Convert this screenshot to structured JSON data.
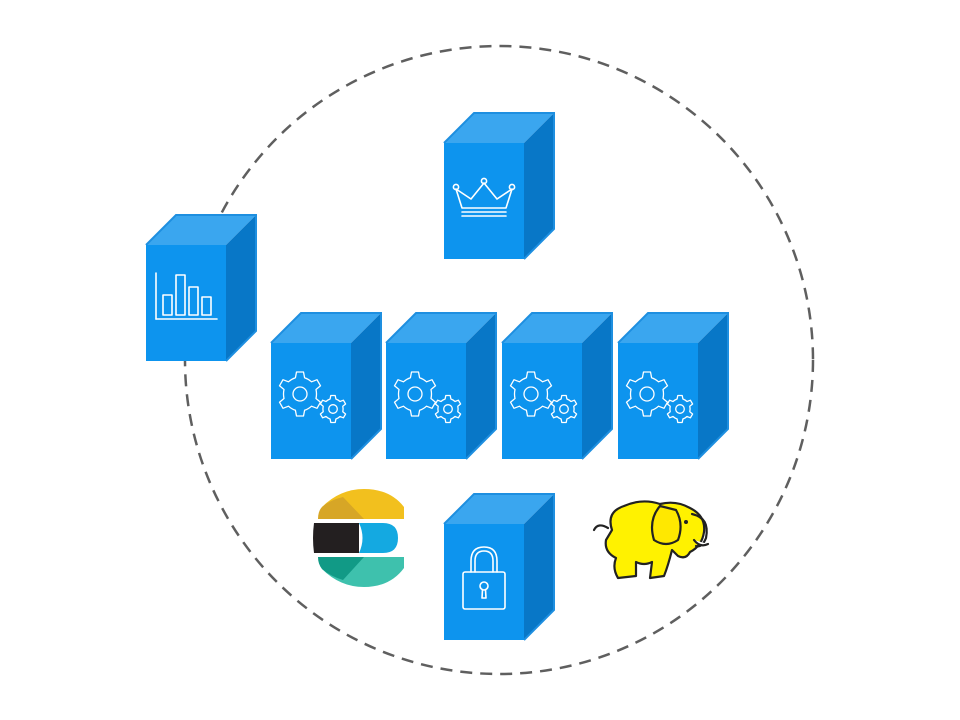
{
  "colors": {
    "background": "#ffffff",
    "boundary_stroke": "#5f5f5f",
    "server_front": "#0d94ee",
    "server_top": "#3aa6ef",
    "server_side": "#0877c7",
    "server_outline": "#1e8fe0",
    "server_icon": "#ffffff",
    "elastic_yellow": "#f2c01e",
    "elastic_yellow_dark": "#d7a626",
    "elastic_black": "#231f20",
    "elastic_blue": "#14a9e1",
    "elastic_teal": "#3ec1ad",
    "elastic_teal_dark": "#119a86",
    "hadoop_yellow": "#fff200",
    "hadoop_outline": "#222222"
  },
  "nodes": [
    {
      "role": "master",
      "icon": "crown-icon"
    },
    {
      "role": "monitoring",
      "icon": "bar-chart-icon"
    },
    {
      "role": "worker",
      "icon": "gears-icon"
    },
    {
      "role": "worker",
      "icon": "gears-icon"
    },
    {
      "role": "worker",
      "icon": "gears-icon"
    },
    {
      "role": "worker",
      "icon": "gears-icon"
    },
    {
      "role": "security",
      "icon": "padlock-icon"
    }
  ],
  "logos": [
    {
      "name": "elasticsearch-logo"
    },
    {
      "name": "hadoop-logo"
    }
  ]
}
